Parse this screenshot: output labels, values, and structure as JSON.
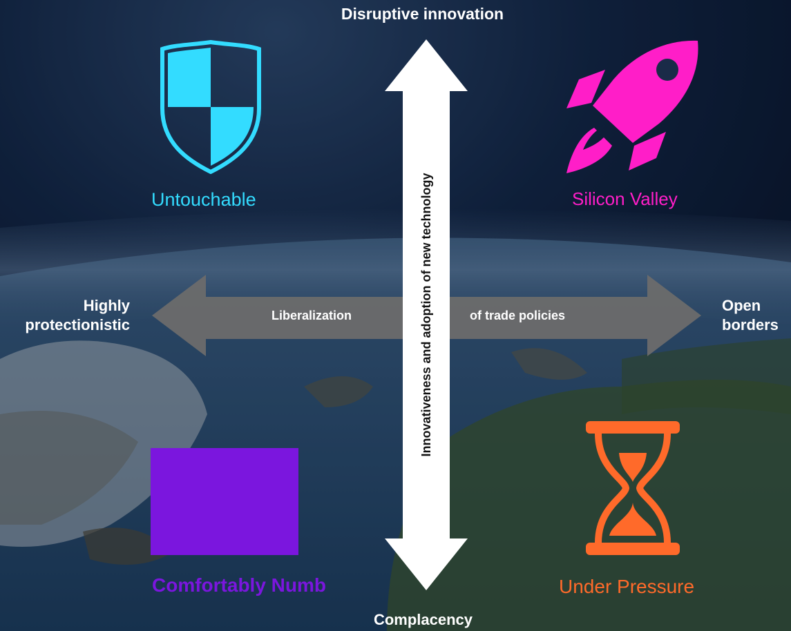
{
  "axes": {
    "vertical_top": "Disruptive innovation",
    "vertical_bottom": "Complacency",
    "vertical_title": "Innovativeness and adoption of new technology",
    "horizontal_left": "Highly protectionistic",
    "horizontal_left_lines": [
      "Highly",
      "protectionistic"
    ],
    "horizontal_right": "Open borders",
    "horizontal_right_lines": [
      "Open",
      "borders"
    ],
    "horizontal_title_left": "Liberalization",
    "horizontal_title_right": "of trade policies"
  },
  "quadrants": [
    {
      "name": "Untouchable",
      "icon": "shield-icon",
      "color": "#33dcff"
    },
    {
      "name": "Silicon Valley",
      "icon": "rocket-icon",
      "color": "#ff1ec8"
    },
    {
      "name": "Comfortably Numb",
      "icon": "square-icon",
      "color": "#7b16de"
    },
    {
      "name": "Under Pressure",
      "icon": "hourglass-icon",
      "color": "#ff6a2a"
    }
  ],
  "colors": {
    "arrow_vertical": "#ffffff",
    "arrow_horizontal": "#6b6b6b"
  }
}
